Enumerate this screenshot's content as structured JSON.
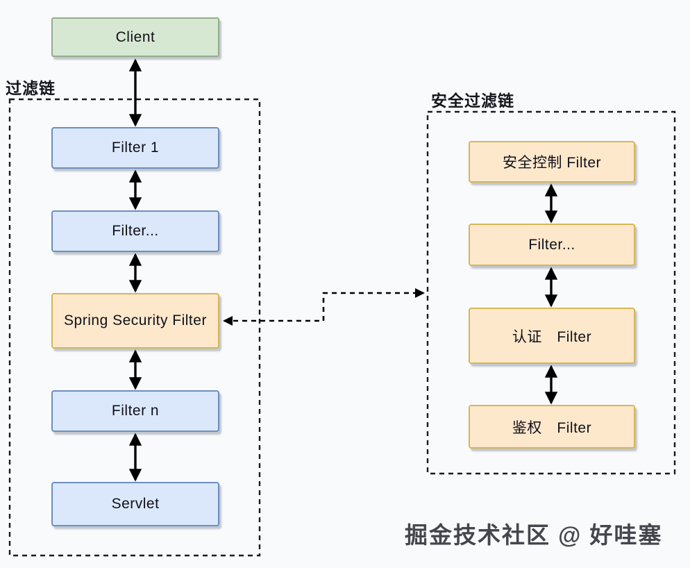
{
  "labels": {
    "left_chain_title": "过滤链",
    "right_chain_title": "安全过滤链",
    "watermark": "掘金技术社区 @ 好哇塞"
  },
  "left_chain": {
    "client": {
      "label": "Client"
    },
    "nodes": [
      {
        "id": "filter-1",
        "label": "Filter 1"
      },
      {
        "id": "filter-dots",
        "label": "Filter..."
      },
      {
        "id": "spring-security-filter",
        "label": "Spring Security Filter"
      },
      {
        "id": "filter-n",
        "label": "Filter n"
      },
      {
        "id": "servlet",
        "label": "Servlet"
      }
    ]
  },
  "right_chain": {
    "nodes": [
      {
        "id": "security-control-filter",
        "label": "安全控制 Filter"
      },
      {
        "id": "filter-dots",
        "label": "Filter..."
      },
      {
        "id": "auth-filter",
        "label": "认证　Filter"
      },
      {
        "id": "authz-filter",
        "label": "鉴权　Filter"
      }
    ]
  },
  "connections": {
    "vertical_arrows_left": [
      "Client↔Filter 1",
      "Filter 1↔Filter...",
      "Filter...↔Spring Security Filter",
      "Spring Security Filter↔Filter n",
      "Filter n↔Servlet"
    ],
    "vertical_arrows_right": [
      "安全控制 Filter↔Filter...",
      "Filter...↔认证 Filter",
      "认证 Filter↔鉴权 Filter"
    ],
    "cross_link": "Spring Security Filter↔安全过滤链"
  },
  "colors": {
    "background": "#f9fafc",
    "green_fill": "#d7e8d2",
    "green_border": "#94ad8c",
    "blue_fill": "#dbe8fb",
    "blue_border": "#6c8ebf",
    "orange_fill": "#fde8cc",
    "orange_border": "#d6b656",
    "arrow": "#000000",
    "watermark_text": "#45454d"
  }
}
